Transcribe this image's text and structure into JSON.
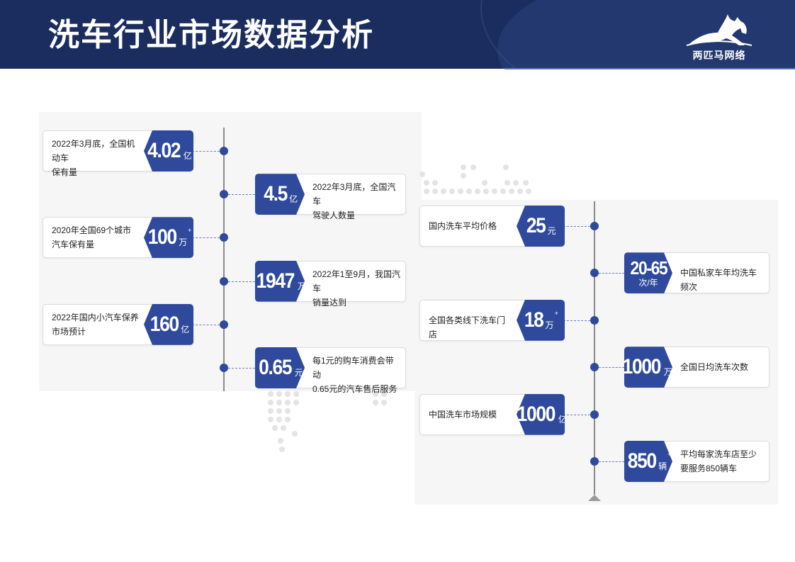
{
  "title": "洗车行业市场数据分析",
  "logo": {
    "text": "两匹马网络",
    "icon": "horse-logo-icon"
  },
  "colors": {
    "header_bg": "#1b2d5e",
    "accent": "#2f4a9c"
  },
  "left_timeline": [
    {
      "side": "left",
      "num": "4.02",
      "unit": "亿",
      "sup": "",
      "label1": "2022年3月底，全国机动车",
      "label2": "保有量"
    },
    {
      "side": "right",
      "num": "4.5",
      "unit": "亿",
      "sup": "",
      "label1": "2022年3月底，全国汽车",
      "label2": "驾驶人数量"
    },
    {
      "side": "left",
      "num": "100",
      "unit": "万",
      "sup": "+",
      "label1": "2020年全国69个城市",
      "label2": "汽车保有量"
    },
    {
      "side": "right",
      "num": "1947",
      "unit": "万",
      "sup": "",
      "label1": "2022年1至9月，我国汽车",
      "label2": "销量达到"
    },
    {
      "side": "left",
      "num": "160",
      "unit": "亿",
      "sup": "",
      "label1": "2022年国内小汽车保养",
      "label2": "市场预计"
    },
    {
      "side": "right",
      "num": "0.65",
      "unit": "元",
      "sup": "",
      "label1": "每1元的购车消费会带动",
      "label2": "0.65元的汽车售后服务"
    }
  ],
  "right_timeline": [
    {
      "side": "left",
      "num": "25",
      "unit": "元",
      "sup": "",
      "label1": "国内洗车平均价格",
      "label2": ""
    },
    {
      "side": "right",
      "num": "20-65",
      "unit": "次/年",
      "sup": "",
      "label1": "中国私家车年均洗车频次",
      "label2": ""
    },
    {
      "side": "left",
      "num": "18",
      "unit": "万",
      "sup": "+",
      "label1": "全国各类线下洗车门店",
      "label2": ""
    },
    {
      "side": "right",
      "num": "1000",
      "unit": "万",
      "sup": "+",
      "label1": "全国日均洗车次数",
      "label2": ""
    },
    {
      "side": "left",
      "num": "1000",
      "unit": "亿",
      "sup": "",
      "label1": "中国洗车市场规模",
      "label2": ""
    },
    {
      "side": "right",
      "num": "850",
      "unit": "辆",
      "sup": "+",
      "label1": "平均每家洗车店至少",
      "label2": "要服务850辆车"
    }
  ]
}
